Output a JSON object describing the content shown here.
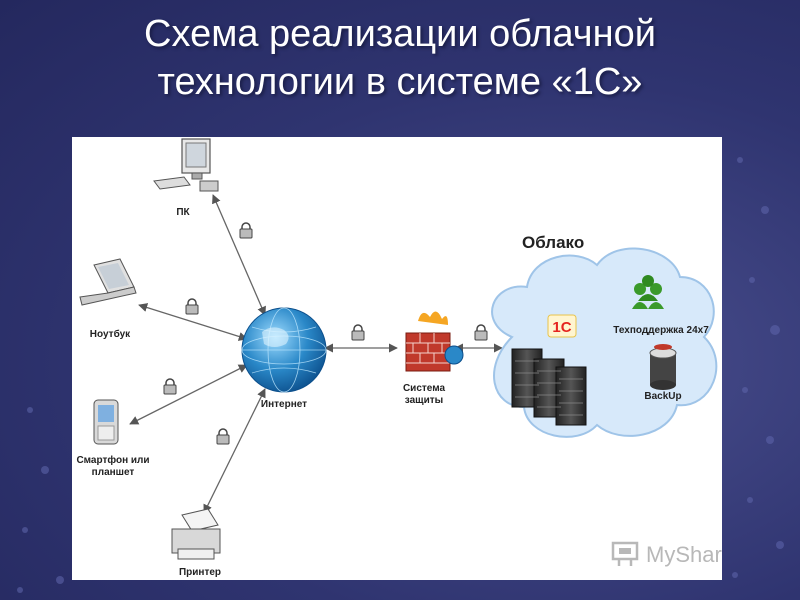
{
  "slide": {
    "title_line1": "Схема реализации облачной",
    "title_line2": "технологии в системе «1С»"
  },
  "diagram": {
    "nodes": {
      "pc": "ПК",
      "laptop": "Ноутбук",
      "smartphone_line1": "Смартфон или",
      "smartphone_line2": "планшет",
      "printer": "Принтер",
      "internet": "Интернет",
      "security_line1": "Система",
      "security_line2": "защиты",
      "cloud": "Облако",
      "support": "Техподдержка 24х7",
      "backup": "BackUp",
      "onec_logo": "1С"
    }
  },
  "watermark": {
    "text": "MyShared"
  },
  "colors": {
    "background": "#2f3470",
    "panel": "#ffffff",
    "cloud_fill": "#d7e9fa",
    "cloud_stroke": "#9fc4e8",
    "globe": "#2a88c8",
    "onec_red": "#e52420",
    "support_green": "#3a9a2a"
  }
}
